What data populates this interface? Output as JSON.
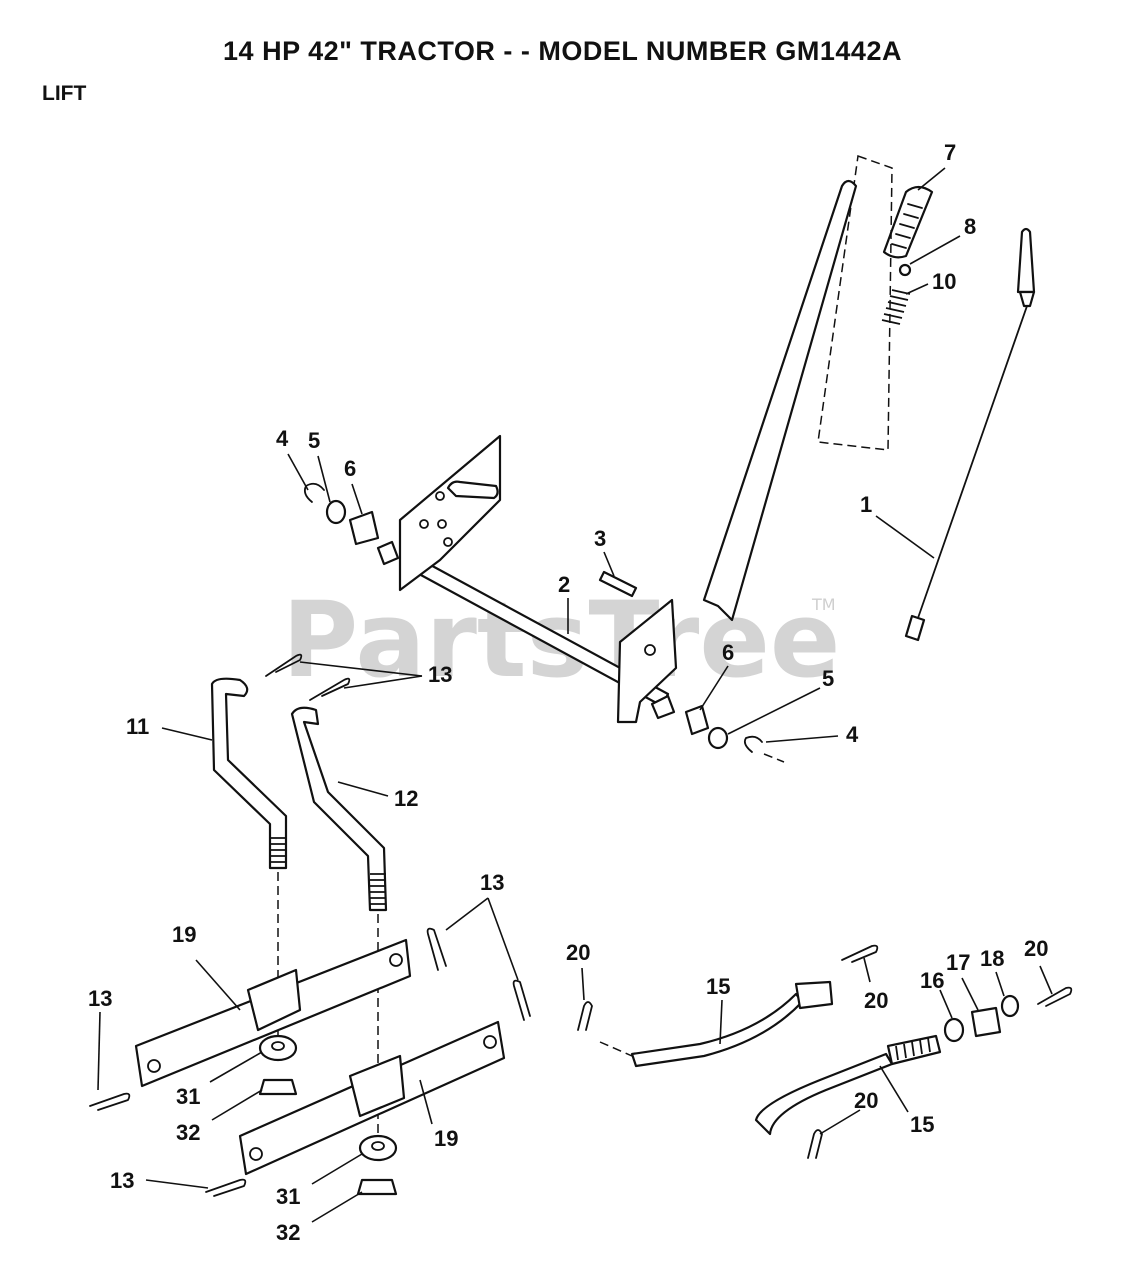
{
  "header": {
    "title": "14 HP 42\" TRACTOR - - MODEL NUMBER GM1442A",
    "section": "LIFT"
  },
  "watermark": {
    "text": "PartsTree",
    "trademark": "TM"
  },
  "callouts": {
    "c1": "1",
    "c2": "2",
    "c3": "3",
    "c4a": "4",
    "c4b": "4",
    "c5a": "5",
    "c5b": "5",
    "c6a": "6",
    "c6b": "6",
    "c7": "7",
    "c8": "8",
    "c10": "10",
    "c11": "11",
    "c12": "12",
    "c13a": "13",
    "c13b": "13",
    "c13c": "13",
    "c13d": "13",
    "c15a": "15",
    "c15b": "15",
    "c16": "16",
    "c17": "17",
    "c18": "18",
    "c19a": "19",
    "c19b": "19",
    "c20a": "20",
    "c20b": "20",
    "c20c": "20",
    "c20d": "20",
    "c31a": "31",
    "c31b": "31",
    "c32a": "32",
    "c32b": "32"
  }
}
